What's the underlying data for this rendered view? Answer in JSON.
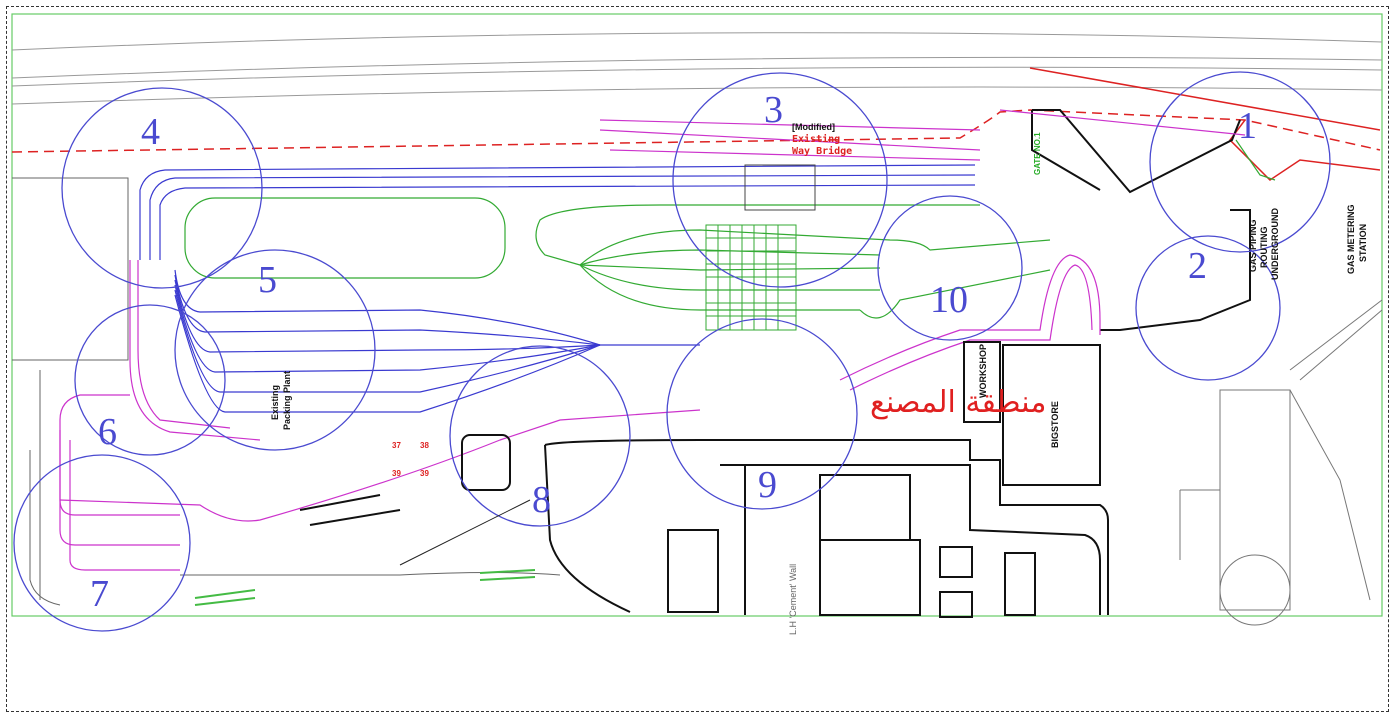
{
  "zones": [
    {
      "id": "1",
      "label": "1"
    },
    {
      "id": "2",
      "label": "2"
    },
    {
      "id": "3",
      "label": "3"
    },
    {
      "id": "4",
      "label": "4"
    },
    {
      "id": "5",
      "label": "5"
    },
    {
      "id": "6",
      "label": "6"
    },
    {
      "id": "7",
      "label": "7"
    },
    {
      "id": "8",
      "label": "8"
    },
    {
      "id": "9",
      "label": "9"
    },
    {
      "id": "10",
      "label": "10"
    }
  ],
  "labels": {
    "modified": "[Modified]",
    "existing": "Existing",
    "way_bridge": "Way Bridge",
    "existing_packing_1": "Existing",
    "existing_packing_2": "Packing Plant",
    "workshop": "WORKSHOP",
    "bigstore": "BIGSTORE",
    "gate": "GATE NO.1",
    "gas_piping_1": "GAS PIPING",
    "gas_piping_2": "ROUTING",
    "gas_piping_3": "UNDERGROUND",
    "gas_metering_1": "GAS METERING",
    "gas_metering_2": "STATION",
    "arabic_factory_area": "منطقة المصنع",
    "cement_wall": "L.H 'Cement' Wall"
  },
  "plot_numbers": [
    "37",
    "38",
    "39",
    "39"
  ],
  "colors": {
    "zone_circle": "#4a4ad0",
    "road_blue": "#3a3ad0",
    "road_magenta": "#cc33cc",
    "road_green": "#33aa33",
    "boundary_red": "#d22222",
    "building_black": "#111111"
  }
}
